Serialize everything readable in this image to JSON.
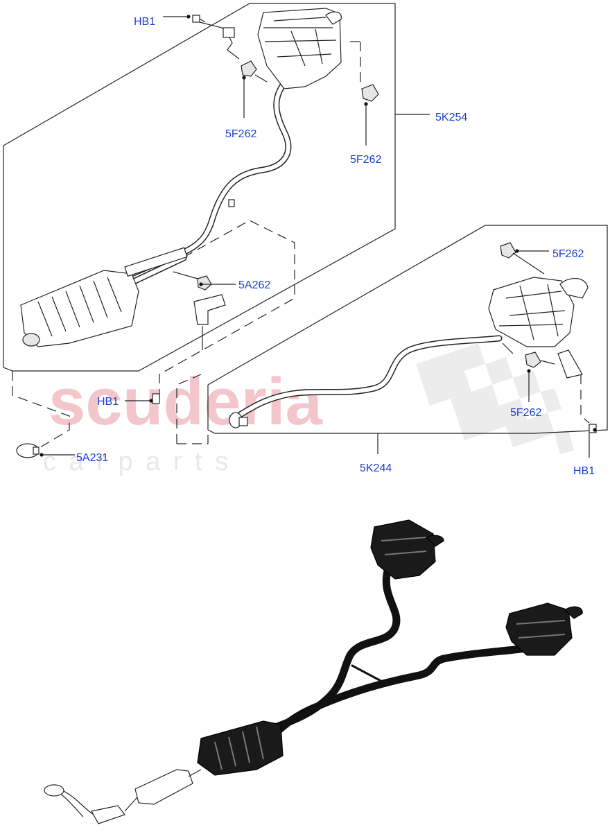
{
  "watermark": {
    "main": "scuderia",
    "sub": "c a r   p a r t s"
  },
  "callouts": {
    "hb1_top": "HB1",
    "f262_a": "5F262",
    "f262_b": "5F262",
    "k254": "5K254",
    "a262": "5A262",
    "hb1_mid": "HB1",
    "a231": "5A231",
    "f262_c": "5F262",
    "f262_d": "5F262",
    "k244": "5K244",
    "hb1_right": "HB1"
  },
  "colors": {
    "callout": "#1a3fcf",
    "watermark_main": "#f3c6cc",
    "watermark_sub": "#e8e8e8",
    "line": "#222222"
  }
}
